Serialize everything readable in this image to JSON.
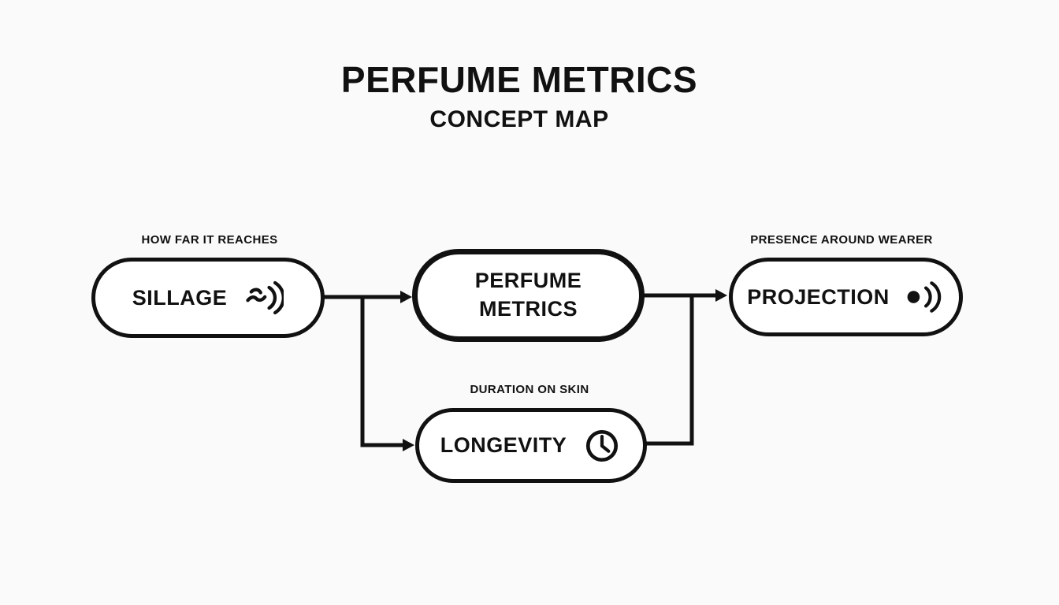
{
  "title": {
    "line1": "PERFUME METRICS",
    "line2": "CONCEPT MAP"
  },
  "nodes": {
    "perfume_metrics": {
      "label_line1": "PERFUME",
      "label_line2": "METRICS"
    },
    "sillage": {
      "label": "SILLAGE",
      "caption": "HOW FAR IT REACHES",
      "icon": "scent-wave-icon"
    },
    "projection": {
      "label": "PROJECTION",
      "caption": "PRESENCE AROUND WEARER",
      "icon": "signal-waves-icon"
    },
    "longevity": {
      "label": "LONGEVITY",
      "caption": "DURATION ON SKIN",
      "icon": "clock-icon"
    }
  },
  "edges": [
    {
      "from": "SILLAGE",
      "to": "PERFUME METRICS"
    },
    {
      "from": "SILLAGE",
      "to": "LONGEVITY"
    },
    {
      "from": "PERFUME METRICS",
      "to": "PROJECTION"
    },
    {
      "from": "LONGEVITY",
      "to": "PROJECTION"
    }
  ],
  "colors": {
    "background": "#fafafa",
    "stroke": "#111111",
    "node_fill": "#ffffff"
  }
}
